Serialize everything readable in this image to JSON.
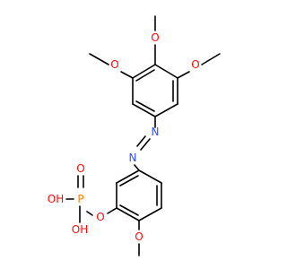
{
  "molecule": {
    "atom_labels": {
      "oxygen": "O",
      "nitrogen": "N",
      "phosphorus": "P",
      "hydroxyl_left": "OH",
      "hydroxyl_bottom": "OH"
    },
    "colors": {
      "bond": "#000000",
      "oxygen": "#ff0d0d",
      "nitrogen": "#3050f8",
      "phosphorus": "#ff8000"
    }
  }
}
